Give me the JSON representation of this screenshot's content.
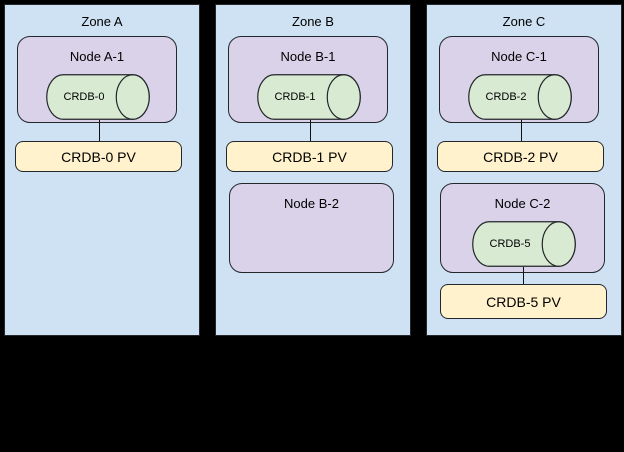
{
  "diagram": {
    "zones": [
      {
        "title": "Zone A",
        "node1": {
          "label": "Node A-1",
          "pod": "CRDB-0"
        },
        "pv1": "CRDB-0 PV"
      },
      {
        "title": "Zone B",
        "node1": {
          "label": "Node B-1",
          "pod": "CRDB-1"
        },
        "pv1": "CRDB-1 PV",
        "node2": {
          "label": "Node B-2"
        }
      },
      {
        "title": "Zone C",
        "node1": {
          "label": "Node C-1",
          "pod": "CRDB-2"
        },
        "pv1": "CRDB-2 PV",
        "node2": {
          "label": "Node C-2",
          "pod": "CRDB-5"
        },
        "pv2": "CRDB-5 PV"
      }
    ],
    "colors": {
      "zone_fill": "#cfe2f3",
      "node_fill": "#d9d2e9",
      "cylinder_fill": "#d9ead3",
      "pv_fill": "#fff2cc",
      "border": "#23272b",
      "background": "#000000",
      "text": "#000000"
    }
  }
}
